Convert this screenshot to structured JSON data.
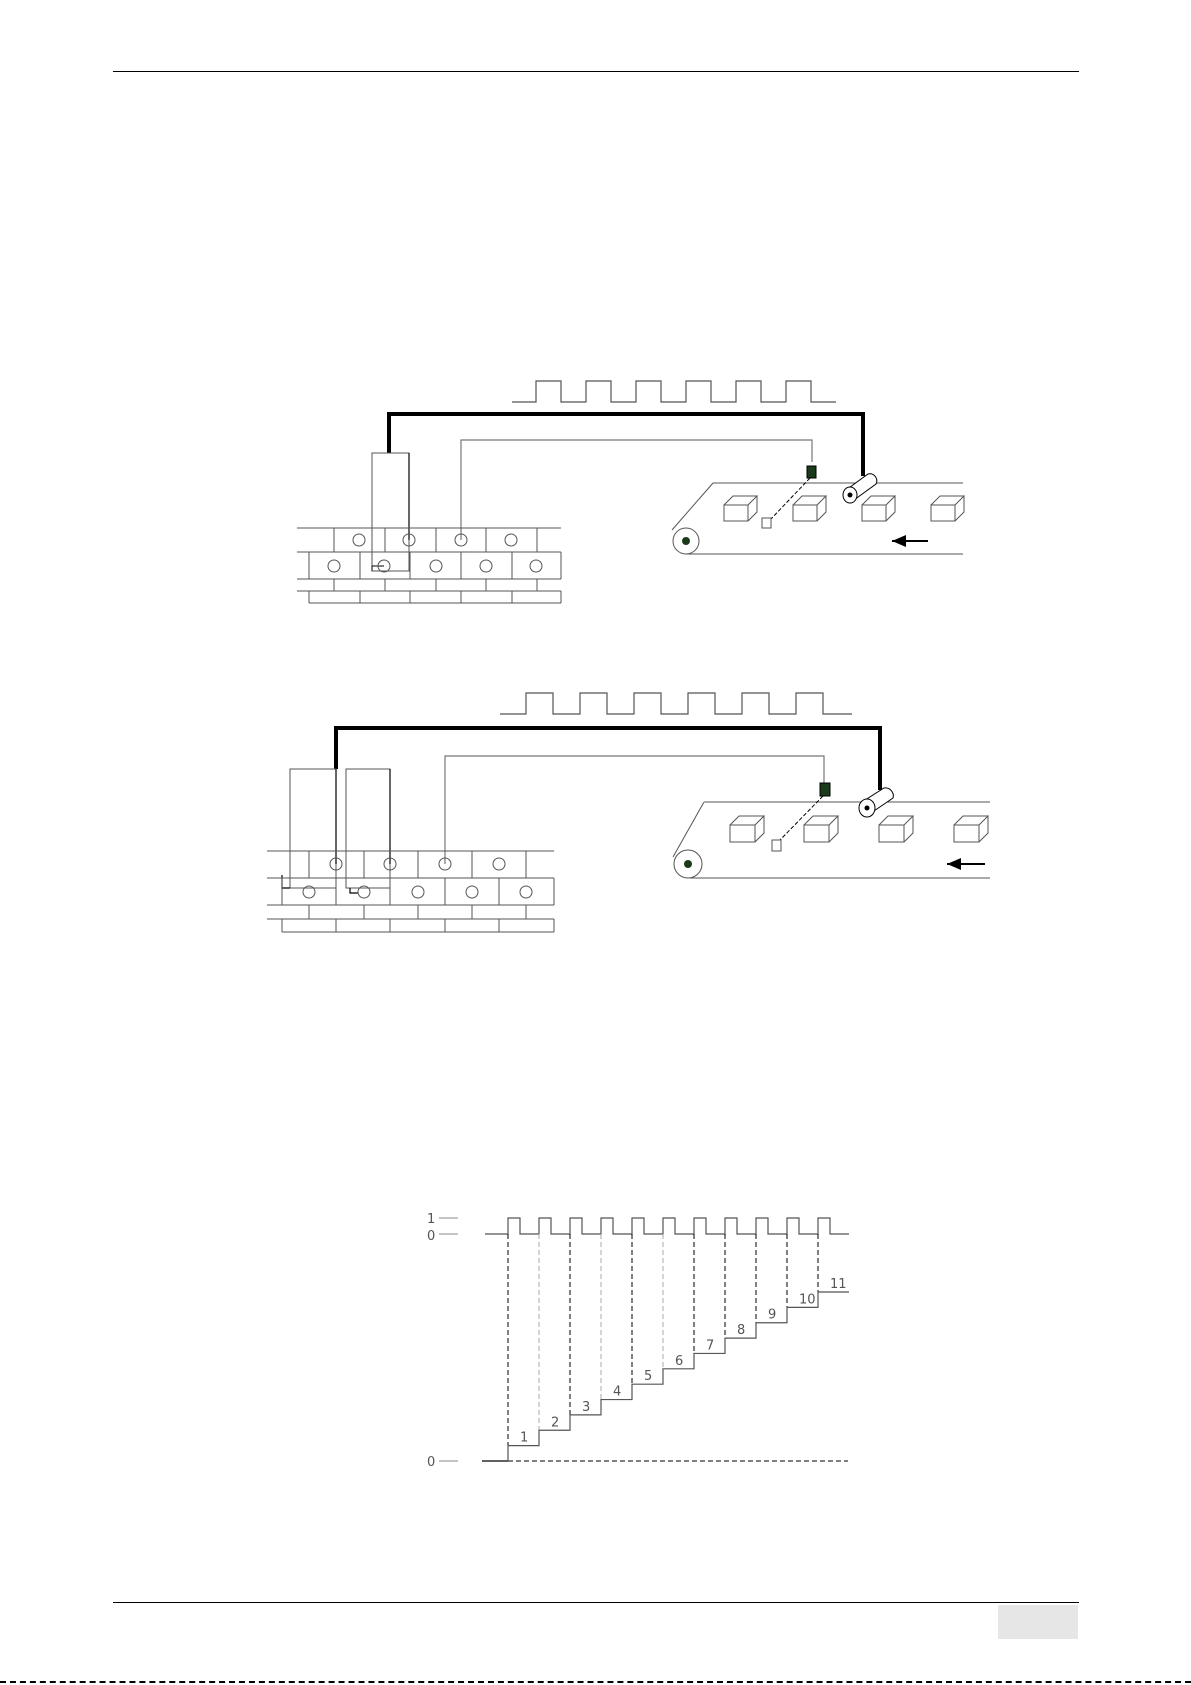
{
  "page": {
    "footer_tab_color": "#e6e6e6",
    "accent_sensor_color": "#1a3a1a"
  },
  "timing_chart": {
    "axis_labels": {
      "high": "1",
      "low": "0",
      "counter_zero": "0"
    },
    "pulse_count": 11,
    "step_labels": [
      "1",
      "2",
      "3",
      "4",
      "5",
      "6",
      "7",
      "8",
      "9",
      "10",
      "11"
    ]
  }
}
